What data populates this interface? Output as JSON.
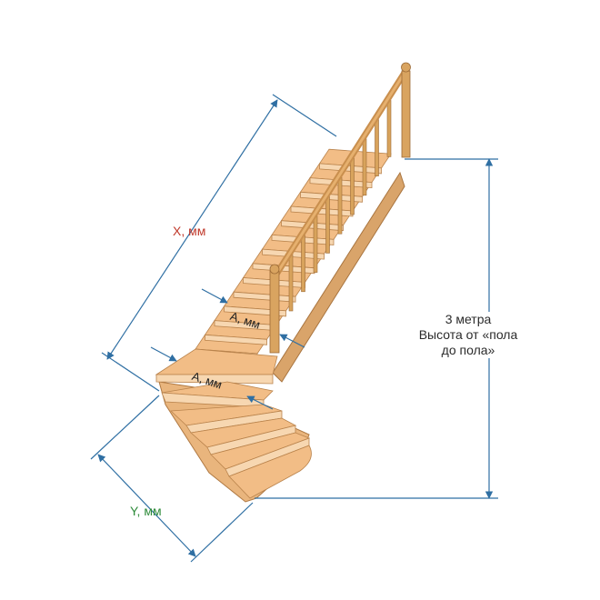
{
  "labels": {
    "x_dimension": "X, мм",
    "y_dimension": "Y, мм",
    "tread_upper": "A, мм",
    "tread_lower": "A, мм",
    "height_line1": "3 метра",
    "height_line2": "Высота от «пола",
    "height_line3": "до пола»"
  },
  "colors": {
    "dimension_line": "#2f6fa3",
    "x_label": "#c0392b",
    "y_label": "#2e8b3a",
    "tread_top": "#f2bd86",
    "tread_front": "#e6a869",
    "riser": "#f7d7b1",
    "stringer": "#e9b57d",
    "baluster": "#d8a35c"
  }
}
